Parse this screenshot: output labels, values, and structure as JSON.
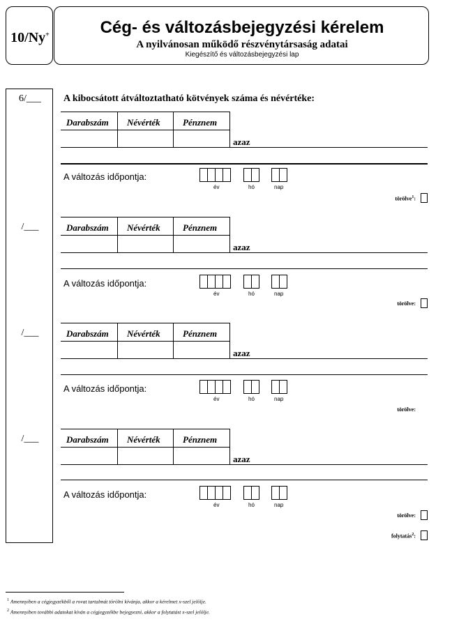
{
  "header": {
    "code_main": "10/Ny",
    "code_sup": "+",
    "title": "Cég- és változásbejegyzési kérelem",
    "subtitle": "A nyilvánosan működő részvénytársaság adatai",
    "subsubtitle": "Kiegészítő és változásbejegyzési lap"
  },
  "section": {
    "heading": "A kibocsátott átváltoztatható kötvények száma és névértéke:",
    "blocks": [
      {
        "number": "6/___",
        "flag": "törölve",
        "flag_sup": "1",
        "extra_flag": ""
      },
      {
        "number": "/___",
        "flag": "törölve",
        "flag_sup": "",
        "extra_flag": ""
      },
      {
        "number": "/___",
        "flag": "törölve",
        "flag_sup": "",
        "extra_flag": ""
      },
      {
        "number": "/___",
        "flag": "törölve",
        "flag_sup": "",
        "extra_flag": "folytatás",
        "extra_flag_sup": "2"
      }
    ]
  },
  "table_headers": {
    "count": "Darabszám",
    "face_value": "Névérték",
    "currency": "Pénznem"
  },
  "azaz_label": "azaz",
  "date": {
    "label": "A változás időpontja:",
    "year": "év",
    "month": "hó",
    "day": "nap"
  },
  "footnotes": [
    {
      "num": "1",
      "text": "Amennyiben a cégjegyzékből a rovat tartalmát törölni kívánja, akkor a kérelmet x-szel jelölje."
    },
    {
      "num": "2",
      "text": "Amennyiben további adatokat kíván a cégjegyzékbe bejegyezni, akkor a folytatást x-szel jelölje."
    }
  ]
}
